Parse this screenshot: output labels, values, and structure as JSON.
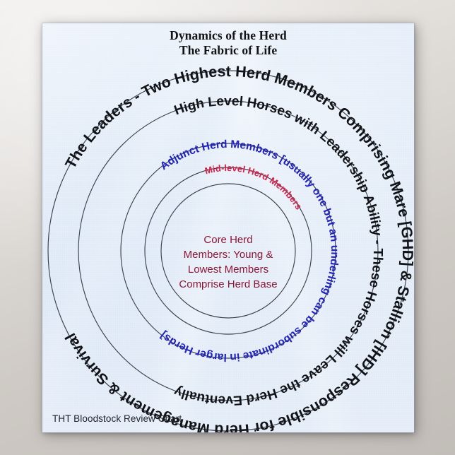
{
  "poster": {
    "title_line1": "Dynamics of the Herd",
    "title_line2": "The Fabric of Life",
    "footer": "THT Bloodstock Review Chart",
    "background_color": "#d6e4f5",
    "wall_color": "#ccc7c2"
  },
  "rings": {
    "outer": {
      "label": "The Leaders - Two Highest Herd Members Comprising Mare [GHD] & Stallion [IHD] Responsible for Herd Management & Survival",
      "color": "#111317"
    },
    "high_level": {
      "label": "High Level Horses with Leadership Ability - These Horses will Leave the Herd Eventually",
      "color": "#111317"
    },
    "adjunct": {
      "label": "Adjunct Herd Members [usually one but an underling can be subordinate in larger Herds]",
      "color": "#2122c4"
    },
    "mid_level": {
      "label": "Mid-level Herd Members",
      "color": "#d81f47"
    },
    "core": {
      "line1": "Core Herd",
      "line2": "Members: Young &",
      "line3": "Lowest Members",
      "line4": "Comprise Herd Base",
      "color": "#8e1535"
    }
  },
  "chart_data": {
    "type": "diagram",
    "title": "Dynamics of the Herd — The Fabric of Life",
    "shape": "concentric-rings",
    "levels": [
      {
        "rank": 1,
        "name": "The Leaders",
        "text": "The Leaders - Two Highest Herd Members Comprising Mare [GHD] & Stallion [IHD] Responsible for Herd Management & Survival",
        "color": "#111317",
        "radius_px": 255
      },
      {
        "rank": 2,
        "name": "High Level Horses",
        "text": "High Level Horses with Leadership Ability - These Horses will Leave the Herd Eventually",
        "color": "#111317",
        "radius_px": 212
      },
      {
        "rank": 3,
        "name": "Adjunct Herd Members",
        "text": "Adjunct Herd Members [usually one but an underling can be subordinate in larger Herds]",
        "color": "#2122c4",
        "radius_px": 152
      },
      {
        "rank": 4,
        "name": "Mid-level Herd Members",
        "text": "Mid-level Herd Members",
        "color": "#d81f47",
        "radius_px": 118
      },
      {
        "rank": 5,
        "name": "Core Herd Members",
        "text": "Core Herd Members: Young & Lowest Members Comprise Herd Base",
        "color": "#8e1535",
        "radius_px": 95
      }
    ]
  }
}
